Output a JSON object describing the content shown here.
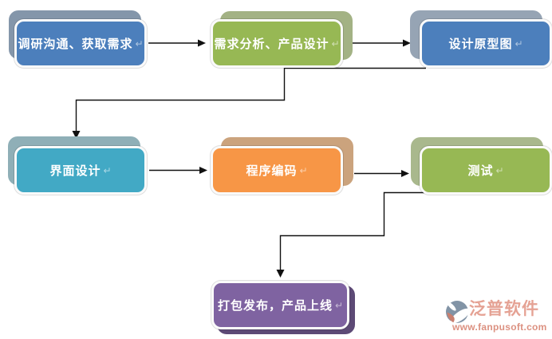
{
  "diagram": {
    "background_color": "#ffffff",
    "connector_color": "#111111",
    "return_mark": "↵",
    "nodes": [
      {
        "id": "research",
        "label": "调研沟通、获取需求",
        "fill": "#4c7fbc",
        "shadow": "#8496aa"
      },
      {
        "id": "analysis",
        "label": "需求分析、产品设计",
        "fill": "#97b854",
        "shadow": "#a3b284"
      },
      {
        "id": "prototype",
        "label": "设计原型图",
        "fill": "#4c7fbc",
        "shadow": "#96a4b4"
      },
      {
        "id": "ui-design",
        "label": "界面设计",
        "fill": "#42a9c5",
        "shadow": "#8fafb7"
      },
      {
        "id": "coding",
        "label": "程序编码",
        "fill": "#f79646",
        "shadow": "#cba37d"
      },
      {
        "id": "testing",
        "label": "测试",
        "fill": "#97b854",
        "shadow": "#a9b88d"
      },
      {
        "id": "release",
        "label": "打包发布，产品上线",
        "fill": "#7f63a1",
        "shadow": "#5d4a76"
      }
    ],
    "edges": [
      {
        "from": "research",
        "to": "analysis"
      },
      {
        "from": "analysis",
        "to": "prototype"
      },
      {
        "from": "prototype",
        "to": "ui-design"
      },
      {
        "from": "ui-design",
        "to": "coding"
      },
      {
        "from": "coding",
        "to": "testing"
      },
      {
        "from": "testing",
        "to": "release"
      }
    ]
  },
  "logo": {
    "name": "泛普软件",
    "url": "www.fanpusoft.com",
    "name_color": "#e5a294",
    "url_color": "#dc9181",
    "icon_slate_color": "#8294a6",
    "icon_salmon_color": "#c97f6f"
  }
}
